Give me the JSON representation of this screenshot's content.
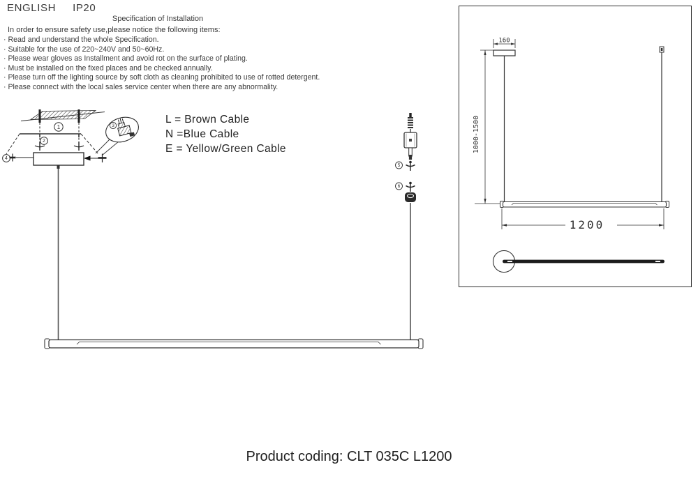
{
  "header": {
    "language": "ENGLISH",
    "ip_rating": "IP20"
  },
  "spec": {
    "title": "Specification of Installation",
    "intro": "In order to ensure safety use,please notice the following items:",
    "items": [
      "· Read and understand the whole Specification.",
      "· Suitable for the use of 220~240V and 50~60Hz.",
      "· Please wear gloves as Installment and avoid rot on the surface of plating.",
      "· Must be installed on the fixed places and be checked annually.",
      "· Please turn off the lighting source by soft cloth as cleaning prohibited to use of rotted detergent.",
      "· Please connect with the local sales service center when there are any abnormality."
    ]
  },
  "wiring": {
    "live": "L = Brown Cable",
    "neutral": "N =Blue Cable",
    "earth": "E = Yellow/Green Cable"
  },
  "callouts": {
    "c1": "1",
    "c2": "2",
    "c3": "3",
    "c4": "4",
    "c5": "5",
    "c6": "6"
  },
  "dimensions": {
    "canopy_width": "160",
    "drop_height": "1000-1500",
    "fixture_length": "1200"
  },
  "footer": {
    "product_coding": "Product coding: CLT 035C L1200"
  },
  "colors": {
    "line": "#2e2e2e",
    "cable": "#555555",
    "background": "#ffffff"
  }
}
